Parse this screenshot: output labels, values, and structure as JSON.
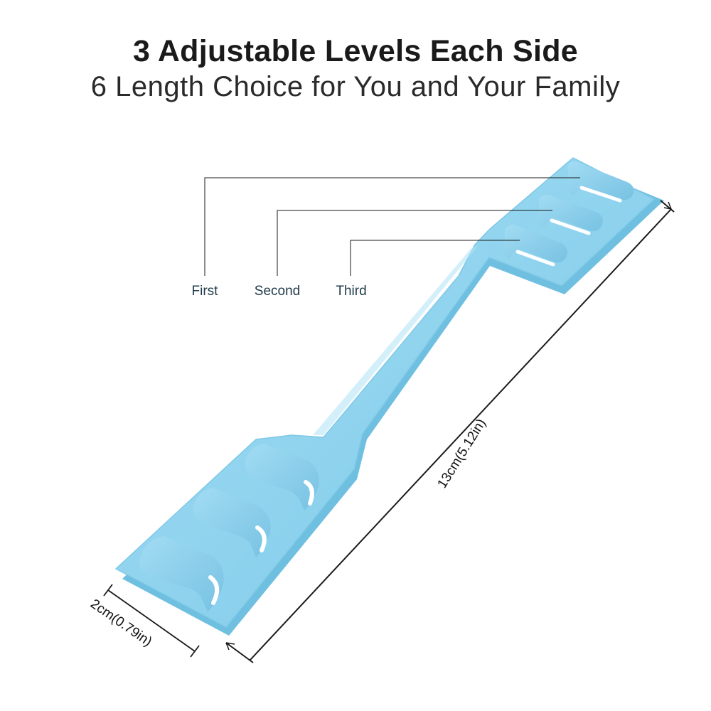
{
  "header": {
    "title": "3 Adjustable Levels Each Side",
    "subtitle": "6 Length Choice for You and Your Family"
  },
  "levels": {
    "first": "First",
    "second": "Second",
    "third": "Third"
  },
  "dimensions": {
    "length": "13cm(5.12in)",
    "width": "2cm(0.79in)"
  },
  "colors": {
    "strap": "#8fd3ee",
    "strap_shadow": "#6fbfe0",
    "strap_highlight": "#b5e4f6",
    "line": "#1a1a1a"
  }
}
